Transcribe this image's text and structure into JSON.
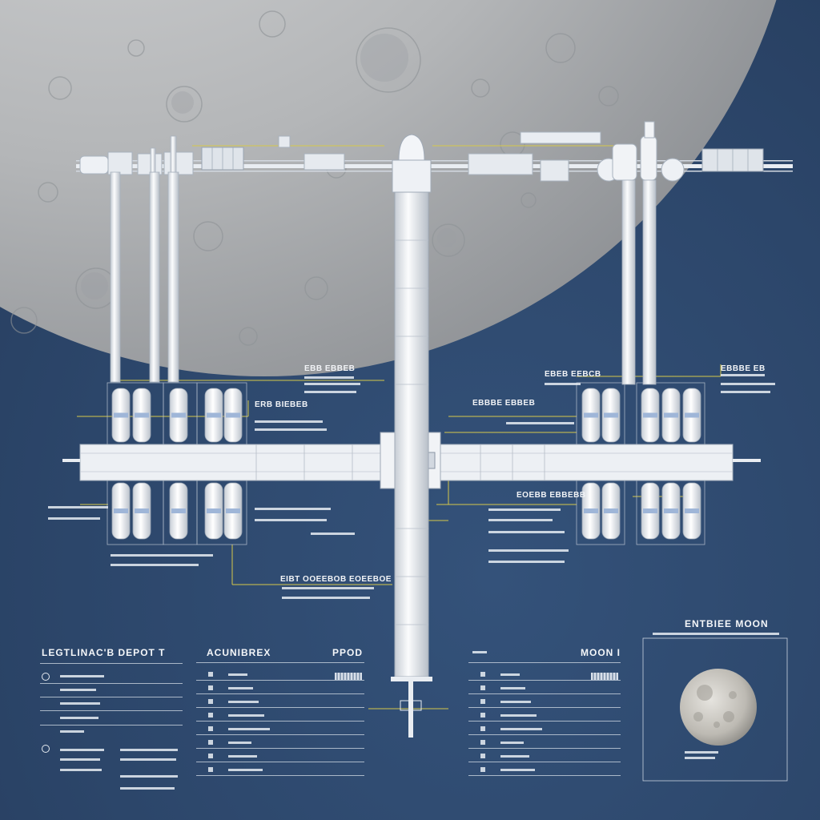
{
  "labels": {
    "depot_panel_title": "LEGTLINAC'B DEPOT T",
    "acum_title": "ACUNIBREX",
    "ppod_title": "PPOD",
    "moon_panel_title": "MOON I",
    "moon_inset_title": "ENTBIEE MOON",
    "callout_top_left": "EBB EBBEB",
    "callout_mid_left": "ERB BIEBEB",
    "callout_bottom_center": "EIBT OOEEBOB EOEEBOE",
    "callout_top_right": "EBEB EEBCB",
    "callout_right": "EBBBE EBBEB",
    "callout_far_right": "EBBBE EB",
    "callout_lower_right": "EOEBB EBBEBB"
  },
  "colors": {
    "background": "#2f4a6e",
    "structure": "#e9edf2",
    "leader_lines": "#d6c84a",
    "moon": "#b9bcbf"
  }
}
